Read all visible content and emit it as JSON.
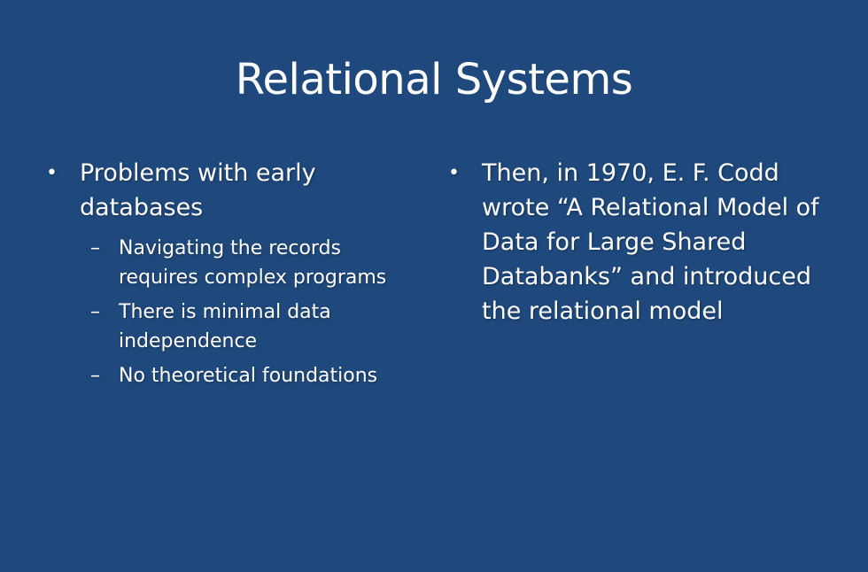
{
  "title": "Relational Systems",
  "left": {
    "bullet": "Problems with early databases",
    "subitems": [
      "Navigating the records requires complex programs",
      "There is minimal data independence",
      "No theoretical foundations"
    ]
  },
  "right": {
    "bullet": "Then, in 1970,  E. F. Codd wrote “A Relational Model of Data for Large Shared Databanks” and introduced the relational model"
  },
  "colors": {
    "background": "#1f497d",
    "text": "#ffffff"
  }
}
